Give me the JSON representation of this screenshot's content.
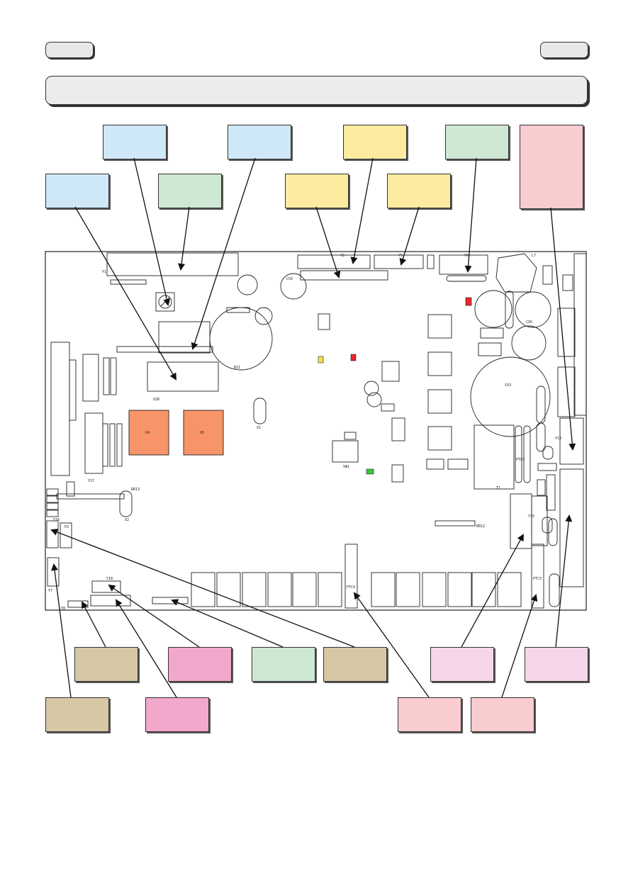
{
  "colors": {
    "blue": "#cfe8f8",
    "green": "#cfe8d3",
    "yellow": "#fdeba0",
    "salmon": "#f9cccf",
    "tan": "#d6c8a4",
    "pink": "#f2a8cd",
    "lightpink": "#f6d6ea",
    "chip": "#f79468",
    "led_yellow": "#f4e14a",
    "led_red": "#e8262b",
    "led_green": "#3cc43c"
  },
  "header": {
    "left_tab": "",
    "right_tab": "",
    "title": ""
  },
  "callouts": [],
  "pcb_labels": {
    "u4": "U4",
    "u5": "U5",
    "u28": "U28",
    "bz1": "BZ1",
    "x1": "X1",
    "x2": "X2",
    "y1": "Y1",
    "y2": "Y2",
    "y5": "Y5",
    "y6": "Y6",
    "y7": "Y7",
    "y8": "Y8",
    "y13": "Y13",
    "y15": "Y15",
    "y16": "Y16",
    "y17": "Y17",
    "y18": "Y18",
    "p2": "P2",
    "t1": "T1",
    "l7": "L7",
    "ptc4": "PTC4",
    "ptc3": "PTC3",
    "ptc5": "PTC5",
    "c63": "C63",
    "c93": "C93",
    "c95": "C95",
    "sw1": "SW1",
    "rr12": "RR12",
    "rr13": "RR13"
  }
}
